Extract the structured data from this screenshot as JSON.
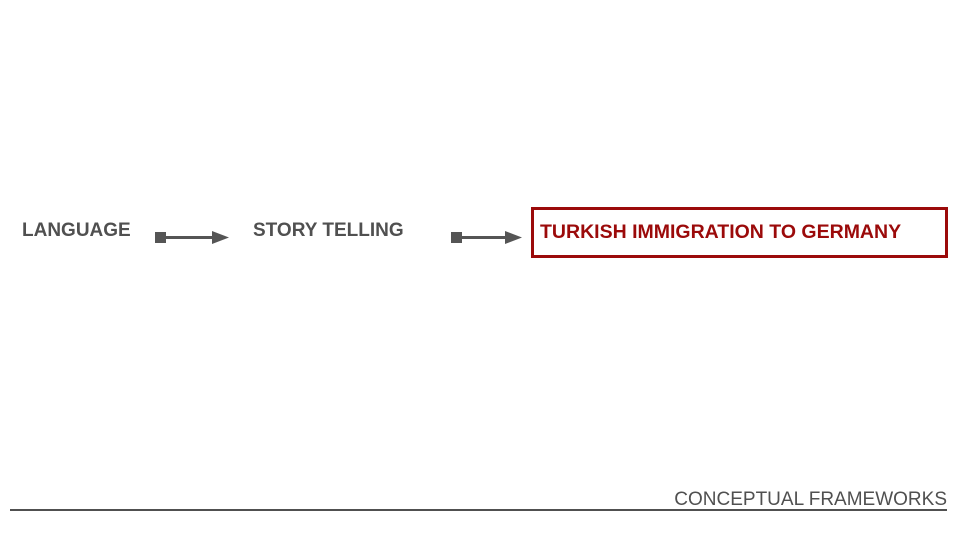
{
  "flow": {
    "step1": "LANGUAGE",
    "step2": "STORY TELLING",
    "step3": "TURKISH IMMIGRATION TO GERMANY"
  },
  "footer": {
    "title": "CONCEPTUAL FRAMEWORKS"
  },
  "colors": {
    "text": "#505050",
    "accent": "#9b0a0a"
  }
}
